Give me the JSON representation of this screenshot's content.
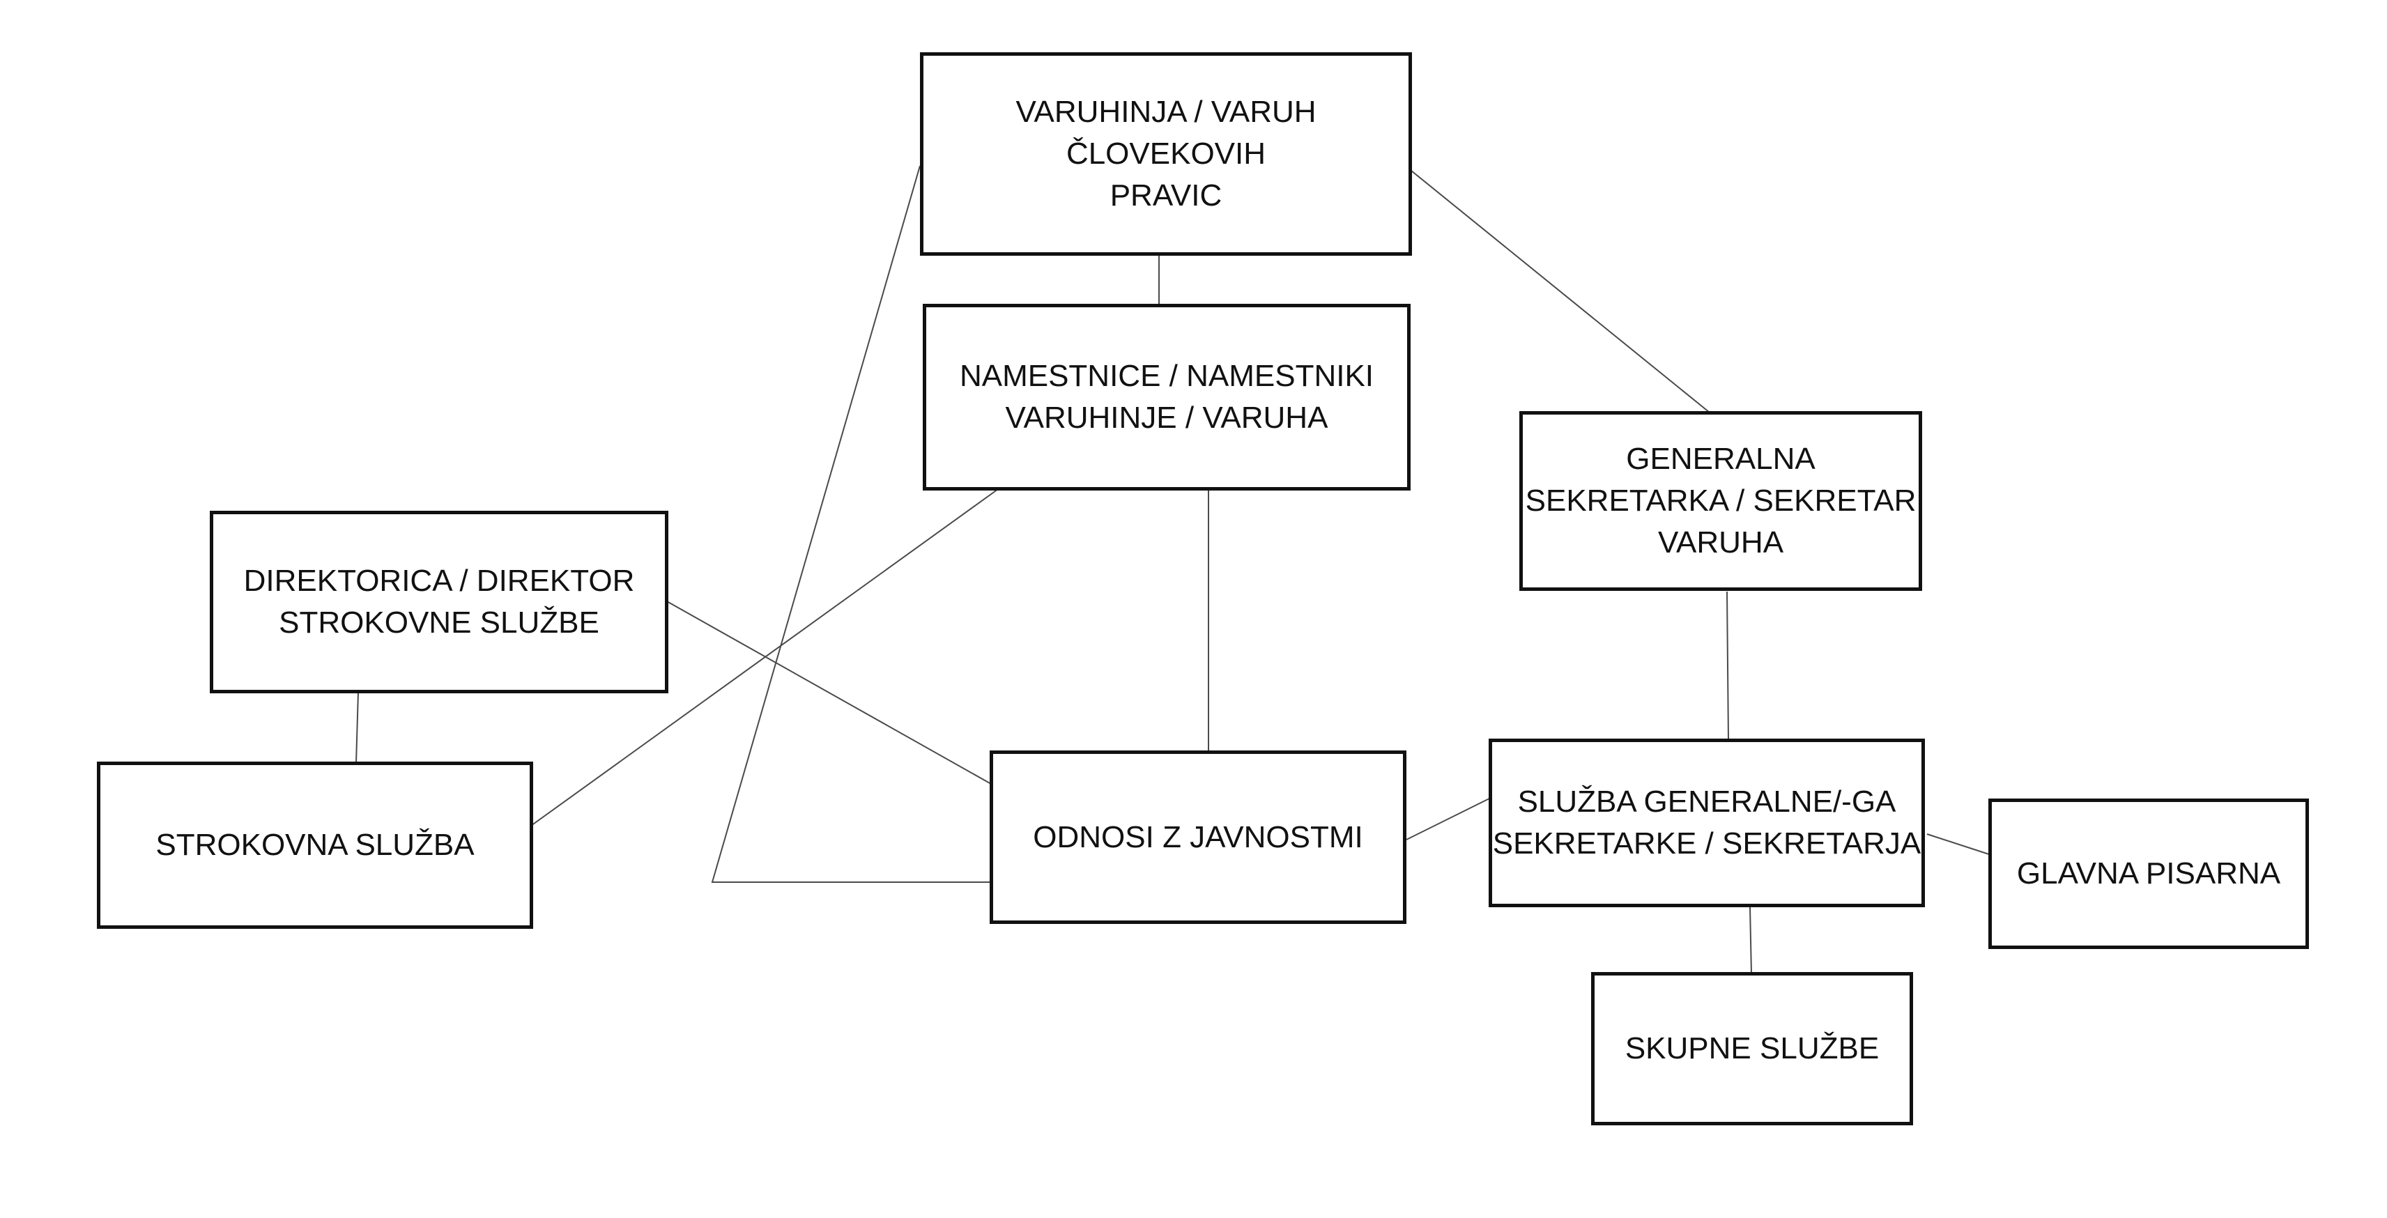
{
  "nodes": {
    "ombudsman": {
      "label": "VARUHINJA / VARUH\nČLOVEKOVIH\nPRAVIC"
    },
    "deputies": {
      "label": "NAMESTNICE / NAMESTNIKI\nVARUHINJE / VARUHA"
    },
    "secretary_general": {
      "label": "GENERALNA\nSEKRETARKA / SEKRETAR\nVARUHA"
    },
    "director": {
      "label": "DIREKTORICA / DIREKTOR\nSTROKOVNE SLUŽBE"
    },
    "expert_service": {
      "label": "STROKOVNA SLUŽBA"
    },
    "public_relations": {
      "label": "ODNOSI Z JAVNOSTMI"
    },
    "secretary_service": {
      "label": "SLUŽBA GENERALNE/-GA\nSEKRETARKE / SEKRETARJA"
    },
    "main_office": {
      "label": "GLAVNA PISARNA"
    },
    "joint_services": {
      "label": "SKUPNE SLUŽBE"
    }
  },
  "edges": [
    {
      "from": "ombudsman",
      "to": "deputies"
    },
    {
      "from": "ombudsman",
      "to": "secretary_general"
    },
    {
      "from": "ombudsman",
      "to": "public_relations"
    },
    {
      "from": "deputies",
      "to": "expert_service"
    },
    {
      "from": "deputies",
      "to": "public_relations"
    },
    {
      "from": "director",
      "to": "public_relations"
    },
    {
      "from": "director",
      "to": "expert_service"
    },
    {
      "from": "secretary_general",
      "to": "secretary_service"
    },
    {
      "from": "secretary_service",
      "to": "public_relations"
    },
    {
      "from": "secretary_service",
      "to": "main_office"
    },
    {
      "from": "secretary_service",
      "to": "joint_services"
    }
  ]
}
